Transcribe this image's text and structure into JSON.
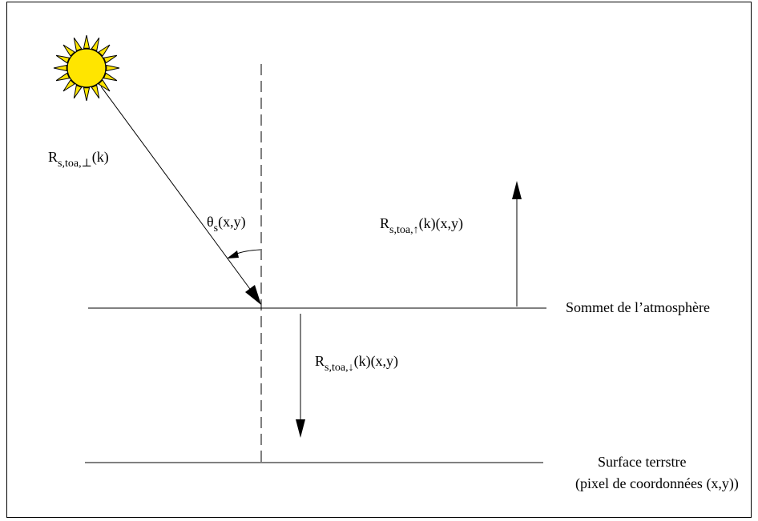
{
  "labels": {
    "incident": {
      "R": "R",
      "sub": "s,toa,⊥",
      "arg": "(k)"
    },
    "angle": {
      "theta": "θ",
      "sub": "s",
      "arg": "(x,y)"
    },
    "upward": {
      "R": "R",
      "sub": "s,toa,↑",
      "arg": "(k)(x,y)"
    },
    "downward": {
      "R": "R",
      "sub": "s,toa,↓",
      "arg": "(k)(x,y)"
    },
    "toa_line": "Sommet de l’atmosphère",
    "surface_line_1": "Surface terrstre",
    "surface_line_2": "(pixel de coordonnées (x,y))"
  },
  "icons": {
    "sun": "sun-icon"
  },
  "colors": {
    "sun_fill": "#FFE500",
    "sun_rays": "#FFE500",
    "stroke": "#000000"
  }
}
